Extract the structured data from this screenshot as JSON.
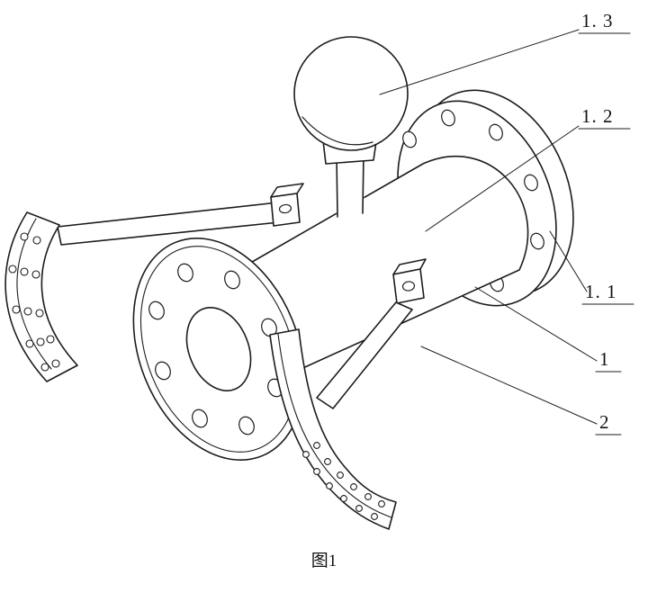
{
  "figure": {
    "caption": "图1",
    "labels": {
      "l13": "1. 3",
      "l12": "1. 2",
      "l11": "1. 1",
      "l1": "1",
      "l2": "2"
    },
    "colors": {
      "line": "#1c1c1c",
      "background": "#ffffff",
      "text": "#111111"
    }
  }
}
